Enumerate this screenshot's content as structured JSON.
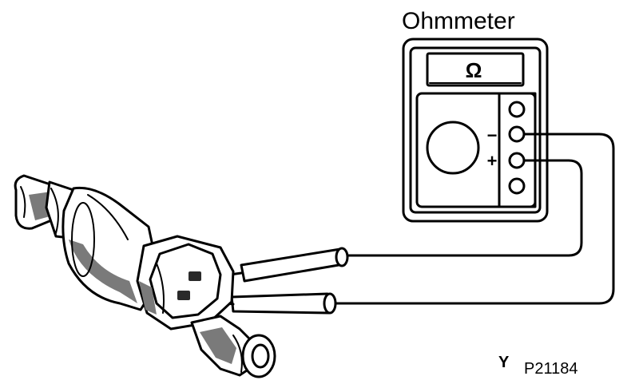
{
  "diagram": {
    "meter_title": "Ohmmeter",
    "display_symbol": "Ω",
    "minus_label": "−",
    "plus_label": "+",
    "figure_code_letter": "Y",
    "figure_code": "P21184"
  },
  "colors": {
    "ink": "#000000",
    "background": "#ffffff"
  }
}
